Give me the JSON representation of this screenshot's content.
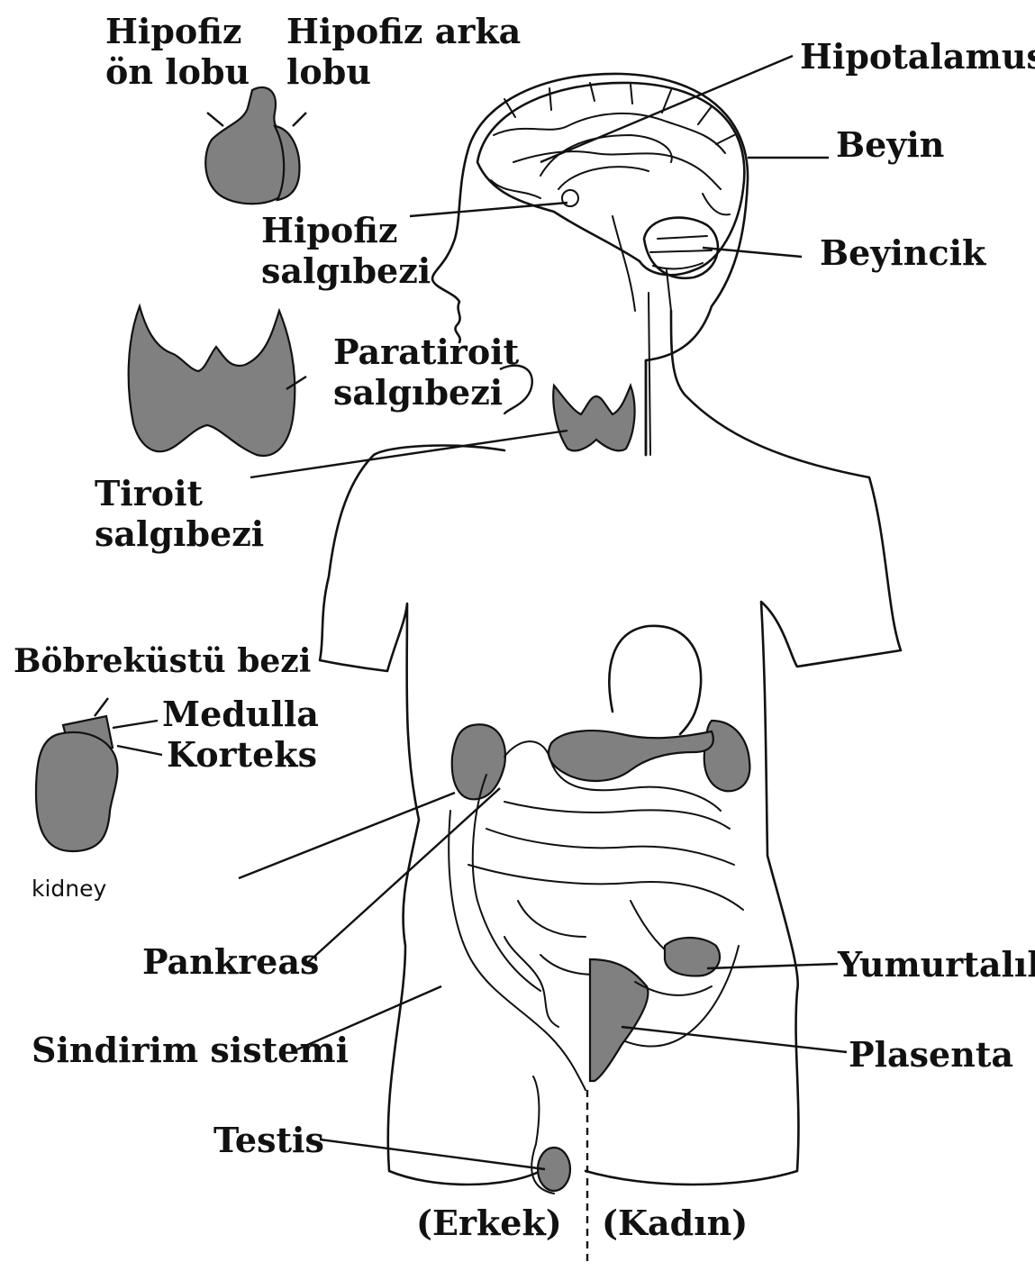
{
  "labels": {
    "hipofiz_on": [
      "Hipofiz",
      "ön lobu"
    ],
    "hipofiz_arka": [
      "Hipofiz arka",
      "lobu"
    ],
    "hipotalamus": "Hipotalamus",
    "beyin": "Beyin",
    "hipofiz_salgibezi": [
      "Hipofiz",
      "salgıbezi"
    ],
    "beyincik": "Beyincik",
    "paratiroit": [
      "Paratiroit",
      "salgıbezi"
    ],
    "tiroit": [
      "Tiroit",
      "salgıbezi"
    ],
    "bobrekustu": "Böbreküstü bezi",
    "medulla": "Medulla",
    "korteks": "Korteks",
    "kidney": "kidney",
    "pankreas": "Pankreas",
    "yumurtalik": "Yumurtalık",
    "sindirim": "Sindirim sistemi",
    "plasenta": "Plasenta",
    "testis": "Testis",
    "erkek": "(Erkek)",
    "kadin": "(Kadın)"
  },
  "colors": {
    "organ_fill": "#808080",
    "outline": "#111111",
    "background": "#ffffff"
  }
}
